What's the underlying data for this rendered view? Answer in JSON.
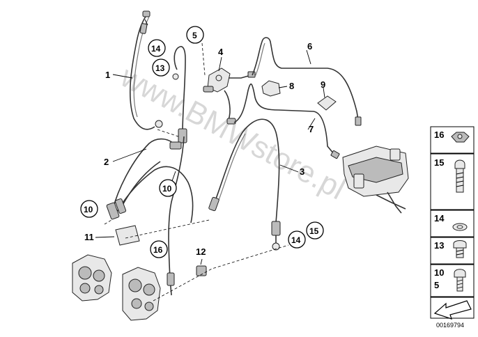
{
  "watermark": "www.BMWstore.pl",
  "diagram_code": "00169794",
  "callouts": {
    "p1": "1",
    "p2": "2",
    "p3": "3",
    "p4": "4",
    "p5": "5",
    "p6": "6",
    "p7": "7",
    "p8": "8",
    "p9": "9",
    "p10a": "10",
    "p10b": "10",
    "p11": "11",
    "p12": "12",
    "p13": "13",
    "p14a": "14",
    "p14b": "14",
    "p15": "15",
    "p16": "16"
  },
  "legend": {
    "r16": "16",
    "r15": "15",
    "r14": "14",
    "r13": "13",
    "r10": "10",
    "r5": "5"
  }
}
